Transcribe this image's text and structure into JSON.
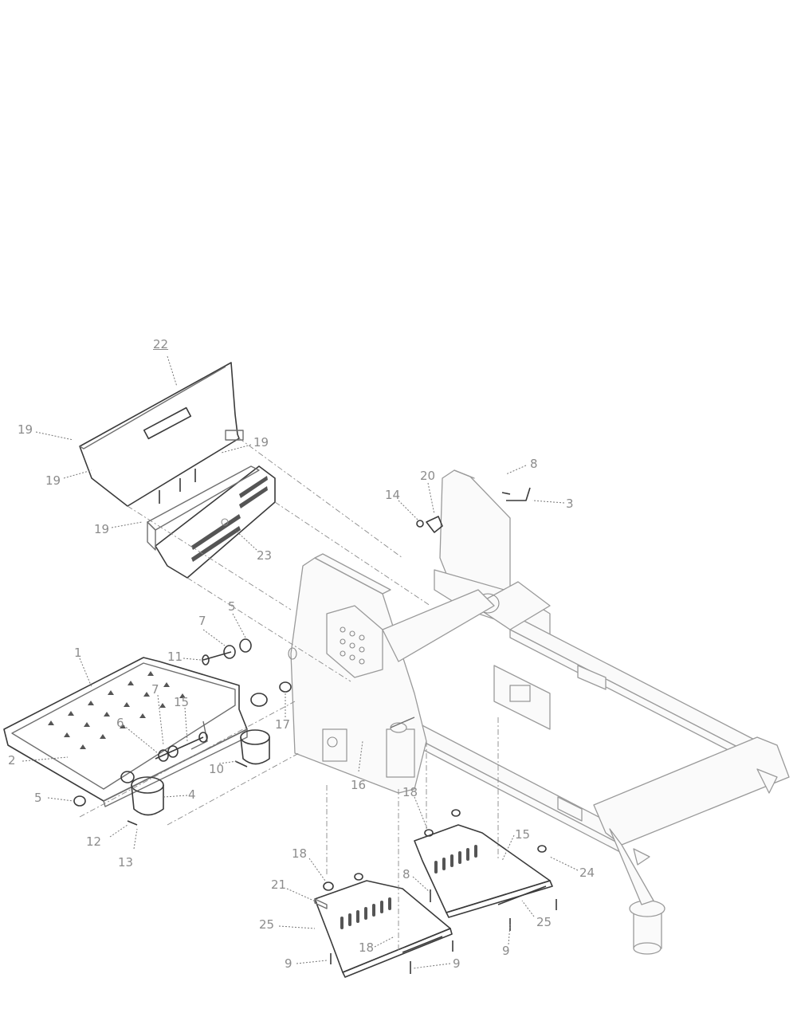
{
  "diagram": {
    "title_callout": "22",
    "callouts": [
      {
        "id": "c22",
        "text": "22"
      },
      {
        "id": "c19a",
        "text": "19"
      },
      {
        "id": "c19b",
        "text": "19"
      },
      {
        "id": "c19c",
        "text": "19"
      },
      {
        "id": "c19d",
        "text": "19"
      },
      {
        "id": "c23",
        "text": "23"
      },
      {
        "id": "c8a",
        "text": "8"
      },
      {
        "id": "c3",
        "text": "3"
      },
      {
        "id": "c20",
        "text": "20"
      },
      {
        "id": "c14",
        "text": "14"
      },
      {
        "id": "c7a",
        "text": "7"
      },
      {
        "id": "c5a",
        "text": "5"
      },
      {
        "id": "c11",
        "text": "11"
      },
      {
        "id": "c1",
        "text": "1"
      },
      {
        "id": "c7b",
        "text": "7"
      },
      {
        "id": "c15a",
        "text": "15"
      },
      {
        "id": "c6",
        "text": "6"
      },
      {
        "id": "c17",
        "text": "17"
      },
      {
        "id": "c2",
        "text": "2"
      },
      {
        "id": "c10",
        "text": "10"
      },
      {
        "id": "c16",
        "text": "16"
      },
      {
        "id": "c5b",
        "text": "5"
      },
      {
        "id": "c4",
        "text": "4"
      },
      {
        "id": "c12",
        "text": "12"
      },
      {
        "id": "c13",
        "text": "13"
      },
      {
        "id": "c18a",
        "text": "18"
      },
      {
        "id": "c18b",
        "text": "18"
      },
      {
        "id": "c15b",
        "text": "15"
      },
      {
        "id": "c24",
        "text": "24"
      },
      {
        "id": "c8b",
        "text": "8"
      },
      {
        "id": "c21",
        "text": "21"
      },
      {
        "id": "c25a",
        "text": "25"
      },
      {
        "id": "c25b",
        "text": "25"
      },
      {
        "id": "c18c",
        "text": "18"
      },
      {
        "id": "c9a",
        "text": "9"
      },
      {
        "id": "c9b",
        "text": "9"
      },
      {
        "id": "c9c",
        "text": "9"
      }
    ]
  }
}
